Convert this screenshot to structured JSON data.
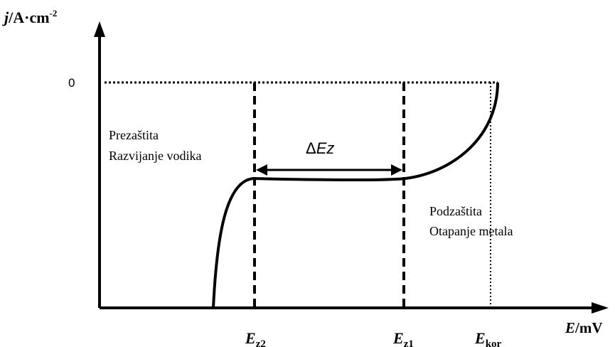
{
  "diagram": {
    "y_axis": {
      "var": "j",
      "unit_main": "/A·cm",
      "unit_exp": "-2"
    },
    "x_axis": {
      "var": "E",
      "unit": "/mV"
    },
    "zero_label": "0",
    "markers": {
      "ez2": {
        "main": "E",
        "sub": "z2"
      },
      "ez1": {
        "main": "E",
        "sub": "z1"
      },
      "ekor": {
        "main": "E",
        "sub": "kor"
      }
    },
    "delta": {
      "symbol": "Δ",
      "var": "Ez"
    },
    "regions": {
      "left": {
        "line1": "Prezaštita",
        "line2": "Razvijanje vodika"
      },
      "right": {
        "line1": "Podzaštita",
        "line2": "Otapanje metala"
      }
    }
  }
}
